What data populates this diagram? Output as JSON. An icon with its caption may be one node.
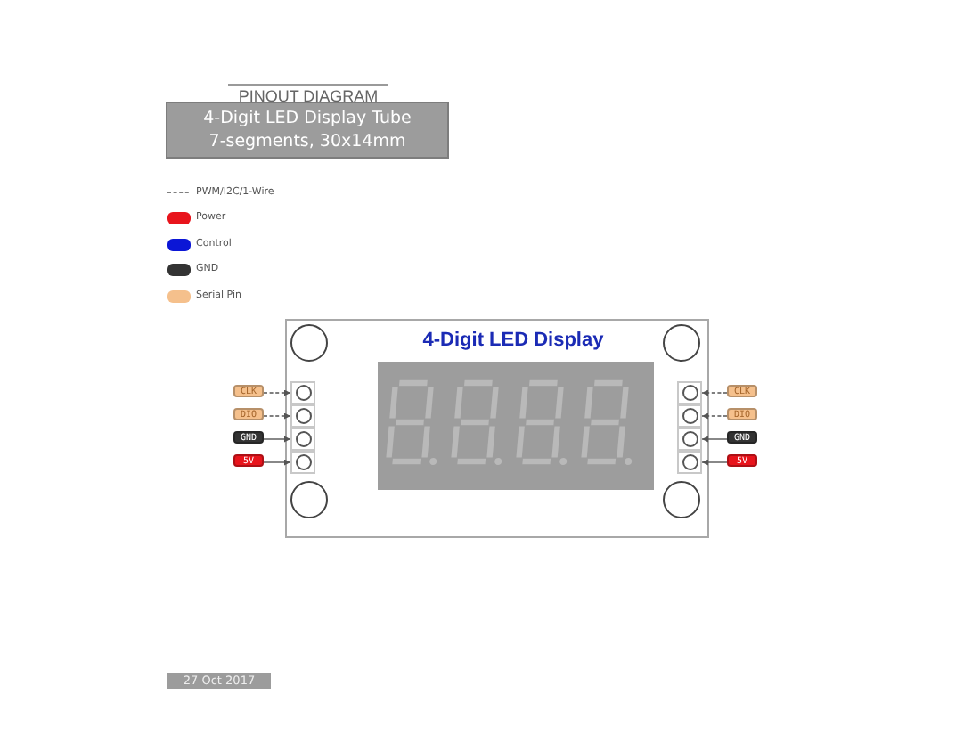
{
  "diagram": {
    "title": "PINOUT DIAGRAM",
    "nodes": [
      {
        "text": [
          "4-Digit LED Display Tube",
          "7-segments, 30x14mm"
        ]
      },
      {
        "text": [
          "4-Digit LED Display"
        ]
      },
      {
        "text": [],
        "shape": "box",
        "in": 1
      },
      {
        "text": [],
        "shape": "box",
        "in": 1
      },
      {
        "text": [],
        "shape": "box",
        "in": 1
      },
      {
        "text": [],
        "shape": "box",
        "in": 1
      },
      {
        "text": [],
        "shape": "box",
        "in": 1
      },
      {
        "text": [],
        "shape": "box",
        "in": 1
      },
      {
        "text": [],
        "shape": "box",
        "in": 1
      },
      {
        "text": [],
        "shape": "box",
        "in": 1
      },
      {
        "text": [
          "CLK"
        ]
      },
      {
        "text": [
          "DIO"
        ]
      },
      {
        "text": [
          "GND"
        ]
      },
      {
        "text": [
          "5V"
        ]
      },
      {
        "text": [
          "CLK"
        ]
      },
      {
        "text": [
          "DIO"
        ]
      },
      {
        "text": [
          "GND"
        ]
      },
      {
        "text": [
          "5V"
        ]
      },
      {
        "text": [
          "27 Oct 2017"
        ]
      }
    ],
    "edges": [
      {
        "from": 10,
        "to": 2,
        "arrow": "to",
        "style": "dashed"
      },
      {
        "from": 11,
        "to": 3,
        "arrow": "to",
        "style": "dashed"
      },
      {
        "from": 12,
        "to": 4,
        "arrow": "to"
      },
      {
        "from": 13,
        "to": 5,
        "arrow": "to"
      },
      {
        "from": 14,
        "to": 6,
        "arrow": "to",
        "style": "dashed"
      },
      {
        "from": 15,
        "to": 7,
        "arrow": "to",
        "style": "dashed"
      },
      {
        "from": 16,
        "to": 8,
        "arrow": "to"
      },
      {
        "from": 17,
        "to": 9,
        "arrow": "to"
      }
    ],
    "legend": [
      {
        "text": "PWM/I2C/1-Wire"
      },
      {
        "text": "Power",
        "color": "#e8141c"
      },
      {
        "text": "Control",
        "color": "#0b16d6"
      },
      {
        "text": "GND",
        "color": "#333333"
      },
      {
        "text": "Serial Pin",
        "color": "#f5c08c"
      }
    ]
  }
}
